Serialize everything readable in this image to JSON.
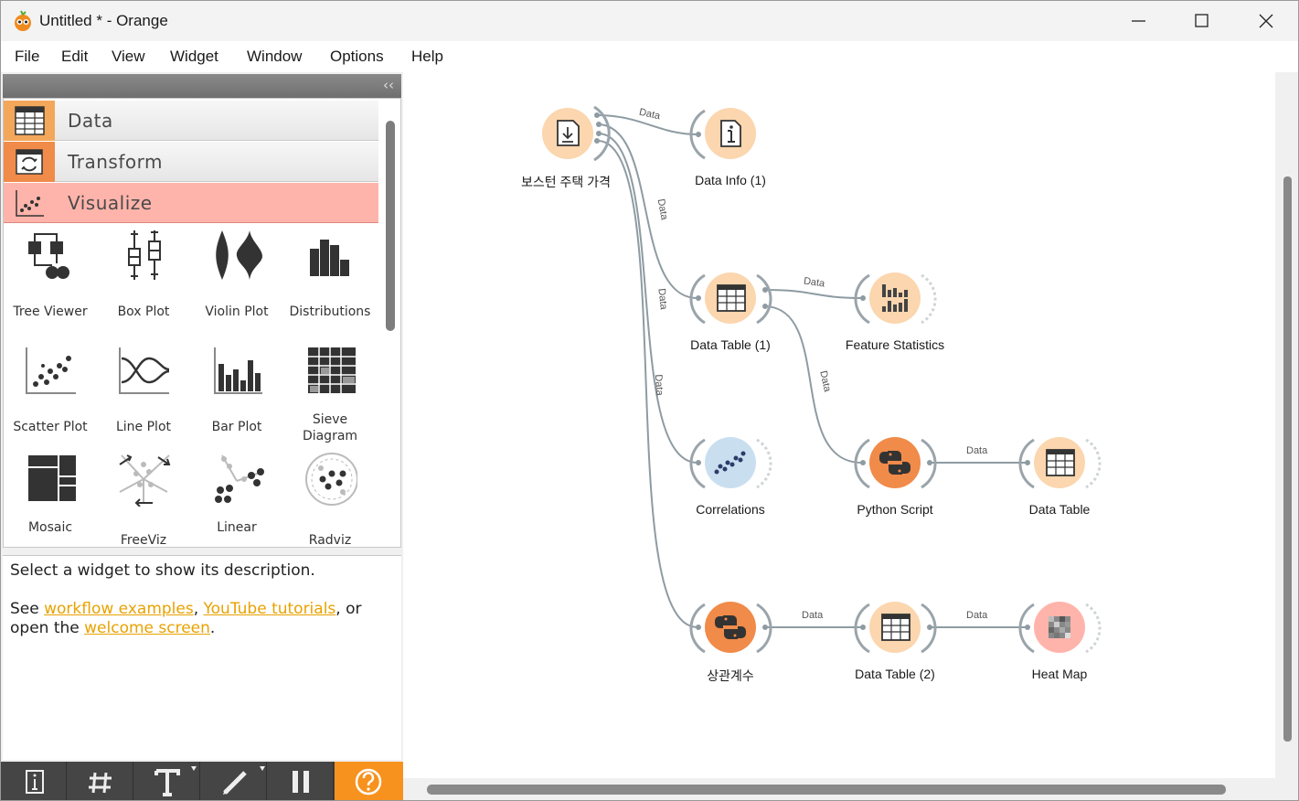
{
  "window": {
    "title": "Untitled * - Orange",
    "controls": [
      "minimize",
      "maximize",
      "close"
    ]
  },
  "menu": [
    "File",
    "Edit",
    "View",
    "Widget",
    "Window",
    "Options",
    "Help"
  ],
  "toolbox": {
    "collapse_glyph": "‹‹",
    "categories": [
      {
        "label": "Data",
        "color": "#f3a75b"
      },
      {
        "label": "Transform",
        "color": "#f08b4a"
      },
      {
        "label": "Visualize",
        "color": "#ffb4ab"
      }
    ],
    "widgets": [
      {
        "label": "Tree Viewer",
        "icon": "tree-viewer-icon"
      },
      {
        "label": "Box Plot",
        "icon": "box-plot-icon"
      },
      {
        "label": "Violin Plot",
        "icon": "violin-plot-icon"
      },
      {
        "label": "Distributions",
        "icon": "distributions-icon"
      },
      {
        "label": "Scatter Plot",
        "icon": "scatter-plot-icon"
      },
      {
        "label": "Line Plot",
        "icon": "line-plot-icon"
      },
      {
        "label": "Bar Plot",
        "icon": "bar-plot-icon"
      },
      {
        "label": "Sieve Diagram",
        "icon": "sieve-diagram-icon"
      },
      {
        "label": "Mosaic",
        "icon": "mosaic-icon"
      },
      {
        "label": "FreeViz",
        "icon": "freeviz-icon"
      },
      {
        "label": "Linear",
        "icon": "linear-projection-icon"
      },
      {
        "label": "Radviz",
        "icon": "radviz-icon"
      }
    ]
  },
  "description": {
    "line1": "Select a widget to show its description.",
    "see": "See ",
    "link1": "workflow examples",
    "comma": ", ",
    "link2": "YouTube tutorials",
    "or": ", or",
    "open": "open the ",
    "link3": "welcome screen",
    "period": "."
  },
  "bottom_toolbar": [
    "info-icon",
    "grid-icon",
    "text-annotation-icon",
    "arrow-annotation-icon",
    "pause-icon",
    "help-icon"
  ],
  "workflow": {
    "nodes": [
      {
        "id": "file",
        "label": "보스턴 주택 가격",
        "icon": "file-icon",
        "color": "#fbd6ae"
      },
      {
        "id": "info",
        "label": "Data Info (1)",
        "icon": "info-icon",
        "color": "#fbd6ae"
      },
      {
        "id": "dt1",
        "label": "Data Table (1)",
        "icon": "table-icon",
        "color": "#fbd6ae"
      },
      {
        "id": "fs",
        "label": "Feature Statistics",
        "icon": "feature-statistics-icon",
        "color": "#fbd6ae"
      },
      {
        "id": "corr",
        "label": "Correlations",
        "icon": "correlations-icon",
        "color": "#c9dff0"
      },
      {
        "id": "py1",
        "label": "Python Script",
        "icon": "python-icon",
        "color": "#f08b4a"
      },
      {
        "id": "dt",
        "label": "Data Table",
        "icon": "table-icon",
        "color": "#fbd6ae"
      },
      {
        "id": "py2",
        "label": "상관계수",
        "icon": "python-icon",
        "color": "#f08b4a"
      },
      {
        "id": "dt2",
        "label": "Data Table (2)",
        "icon": "table-icon",
        "color": "#fbd6ae"
      },
      {
        "id": "hm",
        "label": "Heat Map",
        "icon": "heat-map-icon",
        "color": "#ffb4ab"
      }
    ],
    "link_label": "Data"
  }
}
